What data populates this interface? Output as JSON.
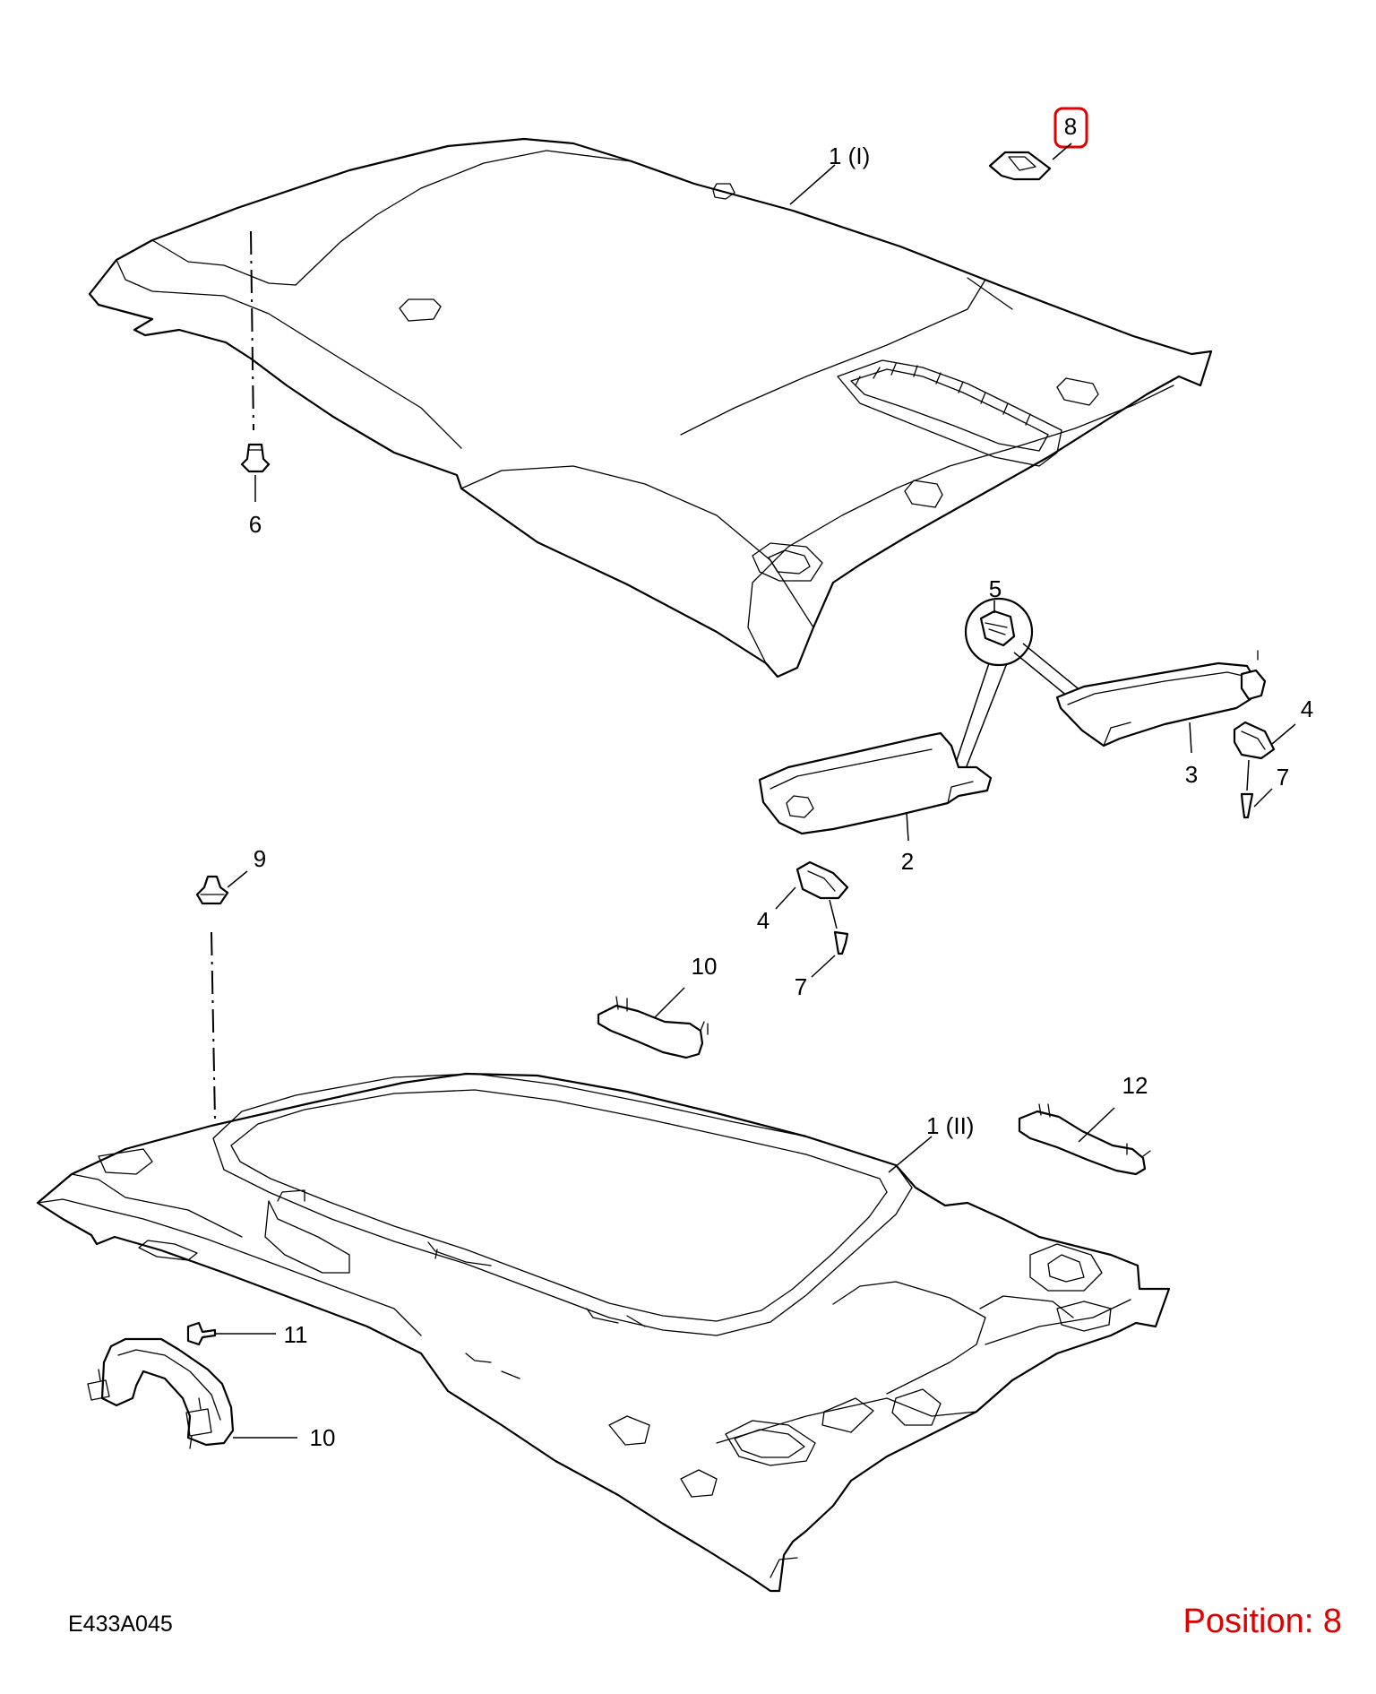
{
  "diagram": {
    "code": "E433A045",
    "position_label": "Position: 8",
    "highlight_color": "#e00000",
    "callouts": {
      "upper_headlining": "1 (I)",
      "lower_headlining": "1 (II)",
      "sun_visor_left": "2",
      "sun_visor_right": "3",
      "visor_bracket_left": "4",
      "visor_bracket_right": "4",
      "visor_clip": "5",
      "clip_upper": "6",
      "screw_left": "7",
      "screw_right": "7",
      "selected_part": "8",
      "clip_lower": "9",
      "grab_handle_top": "10",
      "grab_handle_bottom": "10",
      "grab_handle_screw": "11",
      "grab_handle_right": "12"
    }
  }
}
